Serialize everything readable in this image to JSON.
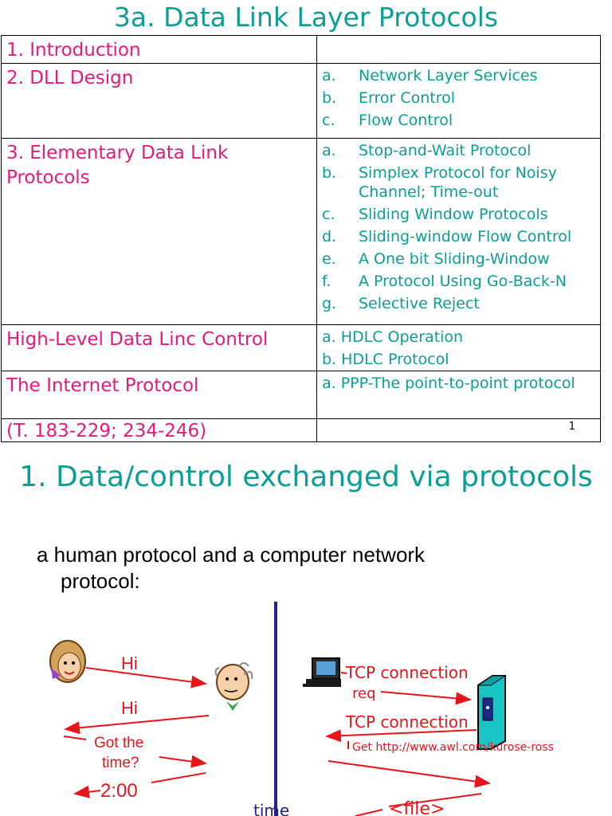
{
  "slide1": {
    "title": "3a. Data Link Layer Protocols",
    "rows": [
      {
        "topic": "1. Introduction",
        "items": []
      },
      {
        "topic": "2. DLL Design",
        "items": [
          {
            "letter": "a.",
            "text": "Network Layer Services"
          },
          {
            "letter": "b.",
            "text": "Error Control"
          },
          {
            "letter": "c.",
            "text": "Flow Control"
          }
        ]
      },
      {
        "topic": "3. Elementary Data Link Protocols",
        "items": [
          {
            "letter": "a.",
            "text": "Stop-and-Wait Protocol"
          },
          {
            "letter": "b.",
            "text": "Simplex Protocol for Noisy Channel; Time-out"
          },
          {
            "letter": "c.",
            "text": "Sliding Window Protocols"
          },
          {
            "letter": "d.",
            "text": "Sliding-window Flow Control"
          },
          {
            "letter": "e.",
            "text": "A One bit Sliding-Window"
          },
          {
            "letter": "f.",
            "text": "A Protocol Using Go-Back-N"
          },
          {
            "letter": "g.",
            "text": "Selective Reject"
          }
        ]
      },
      {
        "topic": "High-Level Data Linc Control",
        "plain": [
          "a. HDLC Operation",
          "b. HDLC Protocol"
        ]
      },
      {
        "topic": "The Internet Protocol",
        "plain": [
          "a. PPP-The point-to-point protocol"
        ]
      }
    ],
    "reference": "(T. 183-229; 234-246)",
    "page_number": "1"
  },
  "slide2": {
    "title": "1. Data/control exchanged via protocols",
    "lead_line1": "a human protocol and a computer network",
    "lead_line2": "protocol:",
    "human": {
      "hi1": "Hi",
      "hi2": "Hi",
      "got_the": "Got the",
      "time_q": "time?",
      "answer": "2:00",
      "axis": "time"
    },
    "computer": {
      "req1": "TCP connection",
      "req2": "req",
      "resp": "TCP connection",
      "get": "Get http://www.awl.com/kurose-ross",
      "file": "<file>"
    },
    "colors": {
      "accent": "#0b9e94",
      "topic": "#e8197a",
      "arrow": "#e8141c",
      "axis": "#23238a"
    }
  }
}
